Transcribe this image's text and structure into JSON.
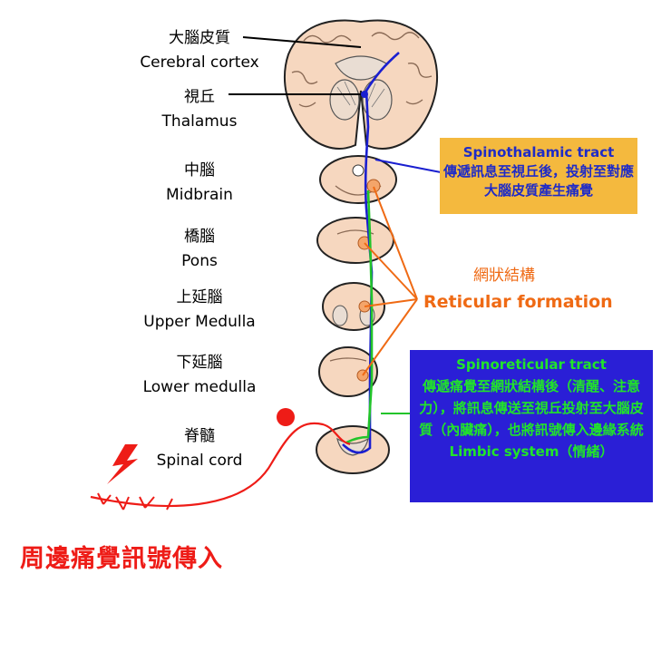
{
  "labels": {
    "cerebral_cortex": {
      "zh": "大腦皮質",
      "en": "Cerebral cortex"
    },
    "thalamus": {
      "zh": "視丘",
      "en": "Thalamus"
    },
    "midbrain": {
      "zh": "中腦",
      "en": "Midbrain"
    },
    "pons": {
      "zh": "橋腦",
      "en": "Pons"
    },
    "upper_medulla": {
      "zh": "上延腦",
      "en": "Upper Medulla"
    },
    "lower_medulla": {
      "zh": "下延腦",
      "en": "Lower medulla"
    },
    "spinal_cord": {
      "zh": "脊髓",
      "en": "Spinal cord"
    }
  },
  "spinothalamic": {
    "title": "Spinothalamic tract",
    "description": "傳遞訊息至視丘後，投射至對應大腦皮質產生痛覺"
  },
  "reticular": {
    "zh": "網狀結構",
    "en": "Reticular formation"
  },
  "spinoreticular": {
    "title": "Spinoreticular tract",
    "description": "傳遞痛覺至網狀結構後（清醒、注意力），將訊息傳送至視丘投射至大腦皮質（內臟痛），也將訊號傳入邊緣系統 Limbic system（情緒）"
  },
  "peripheral": "周邊痛覺訊號傳入",
  "colors": {
    "spinothalamic_path": "#1a1fd0",
    "spinoreticular_path": "#22c42a",
    "reticular": "#ef6a14",
    "peripheral": "#ee1c17",
    "tissue": "#f6d7bf"
  },
  "icons": [
    "pain-lightning-icon",
    "nerve-ending-icon"
  ]
}
